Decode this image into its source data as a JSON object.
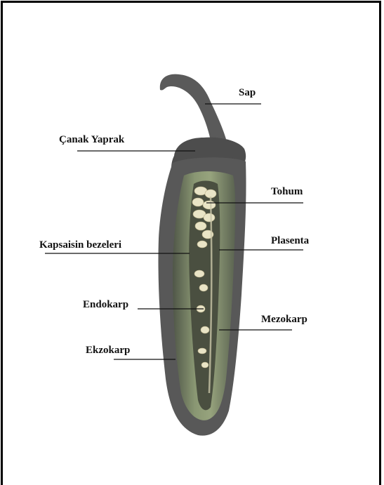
{
  "labels": {
    "sap": "Sap",
    "canak_yaprak": "Çanak Yaprak",
    "tohum": "Tohum",
    "kapsaisin_bezeleri": "Kapsaisin bezeleri",
    "plasenta": "Plasenta",
    "endokarp": "Endokarp",
    "mezokarp": "Mezokarp",
    "ekzokarp": "Ekzokarp"
  },
  "colors": {
    "skin": "#555555",
    "flesh": "#6f7d5f",
    "flesh_light": "#a8b58f",
    "seeds": "#e9e4c6",
    "frame": "#000000"
  }
}
